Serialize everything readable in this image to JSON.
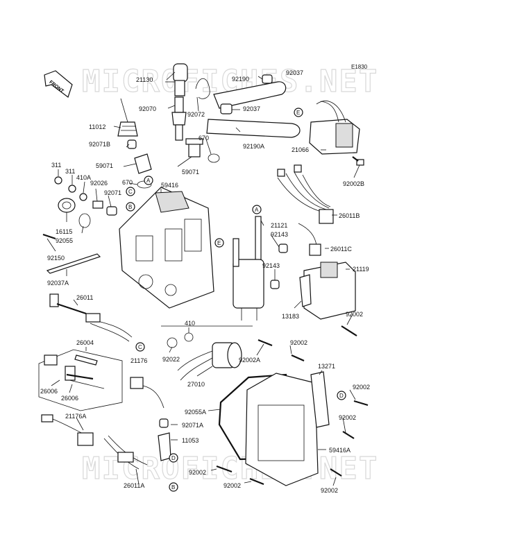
{
  "diagram_code": "E1830",
  "front_label": "FRONT",
  "watermark": "MICROFICHES.NET",
  "callout_letters": [
    "A",
    "B",
    "C",
    "D",
    "E"
  ],
  "labels": [
    {
      "id": "21130",
      "text": "21130"
    },
    {
      "id": "92190",
      "text": "92190"
    },
    {
      "id": "92037_top",
      "text": "92037"
    },
    {
      "id": "92037_mid",
      "text": "92037"
    },
    {
      "id": "92070",
      "text": "92070"
    },
    {
      "id": "92072",
      "text": "92072"
    },
    {
      "id": "11012",
      "text": "11012"
    },
    {
      "id": "92190A",
      "text": "92190A"
    },
    {
      "id": "21066",
      "text": "21066"
    },
    {
      "id": "92071B",
      "text": "92071B"
    },
    {
      "id": "670_top",
      "text": "670"
    },
    {
      "id": "59071_left",
      "text": "59071"
    },
    {
      "id": "59071_right",
      "text": "59071"
    },
    {
      "id": "92002B",
      "text": "92002B"
    },
    {
      "id": "311_a",
      "text": "311"
    },
    {
      "id": "311_b",
      "text": "311"
    },
    {
      "id": "410A",
      "text": "410A"
    },
    {
      "id": "670_mid",
      "text": "670"
    },
    {
      "id": "59416",
      "text": "59416"
    },
    {
      "id": "92026",
      "text": "92026"
    },
    {
      "id": "92071",
      "text": "92071"
    },
    {
      "id": "26011B",
      "text": "26011B"
    },
    {
      "id": "21121",
      "text": "21121"
    },
    {
      "id": "92143_a",
      "text": "92143"
    },
    {
      "id": "16115",
      "text": "16115"
    },
    {
      "id": "92055",
      "text": "92055"
    },
    {
      "id": "26011C",
      "text": "26011C"
    },
    {
      "id": "92150",
      "text": "92150"
    },
    {
      "id": "21119",
      "text": "21119"
    },
    {
      "id": "92143_b",
      "text": "92143"
    },
    {
      "id": "92037A",
      "text": "92037A"
    },
    {
      "id": "26011",
      "text": "26011"
    },
    {
      "id": "13183",
      "text": "13183"
    },
    {
      "id": "92002_a",
      "text": "92002"
    },
    {
      "id": "410",
      "text": "410"
    },
    {
      "id": "26004",
      "text": "26004"
    },
    {
      "id": "92002_b",
      "text": "92002"
    },
    {
      "id": "21176",
      "text": "21176"
    },
    {
      "id": "92022",
      "text": "92022"
    },
    {
      "id": "92002A",
      "text": "92002A"
    },
    {
      "id": "13271",
      "text": "13271"
    },
    {
      "id": "26006_a",
      "text": "26006"
    },
    {
      "id": "26006_b",
      "text": "26006"
    },
    {
      "id": "27010",
      "text": "27010"
    },
    {
      "id": "92002_c",
      "text": "92002"
    },
    {
      "id": "92055A",
      "text": "92055A"
    },
    {
      "id": "92002_d",
      "text": "92002"
    },
    {
      "id": "21176A",
      "text": "21176A"
    },
    {
      "id": "92071A",
      "text": "92071A"
    },
    {
      "id": "11053",
      "text": "11053"
    },
    {
      "id": "59416A",
      "text": "59416A"
    },
    {
      "id": "92002_e",
      "text": "92002"
    },
    {
      "id": "92002_f",
      "text": "92002"
    },
    {
      "id": "92002_g",
      "text": "92002"
    },
    {
      "id": "26011A",
      "text": "26011A"
    }
  ]
}
